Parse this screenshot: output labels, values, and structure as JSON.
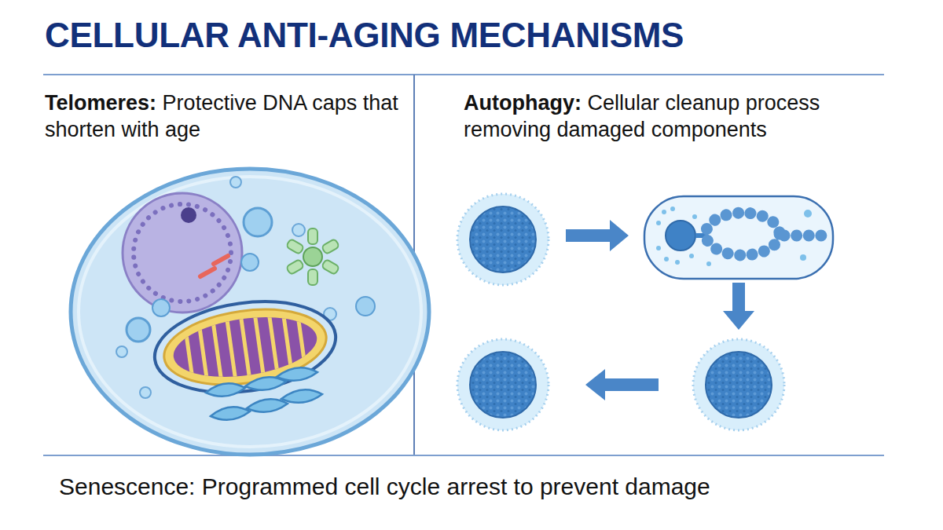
{
  "diagram": {
    "title": "CELLULAR ANTI-AGING MECHANISMS",
    "labels": [
      "Telomeres:",
      "Protective DNA caps that shorten with age",
      "Autophagy:",
      "Cellular cleanup process removing damaged components",
      "Senescence: Programmed cell cycle arrest to prevent damage"
    ]
  }
}
